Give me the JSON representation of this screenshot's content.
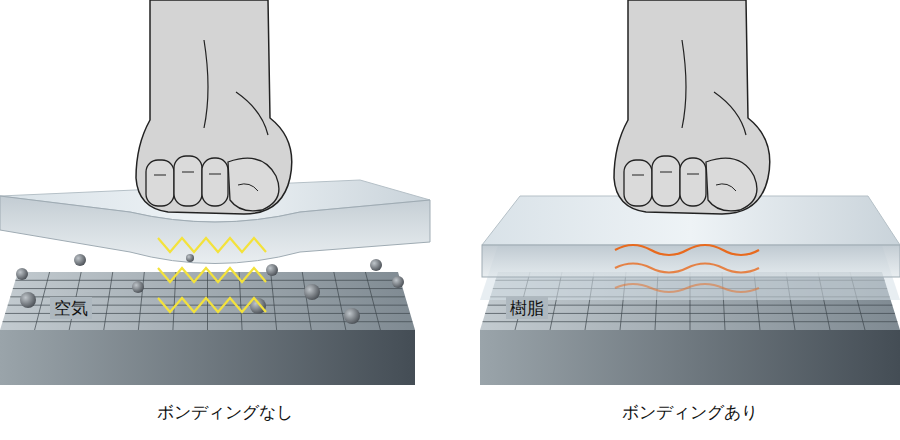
{
  "diagram": {
    "labels": [
      "空気",
      "樹脂",
      "ボンディングなし",
      "ボンディングあり"
    ]
  }
}
